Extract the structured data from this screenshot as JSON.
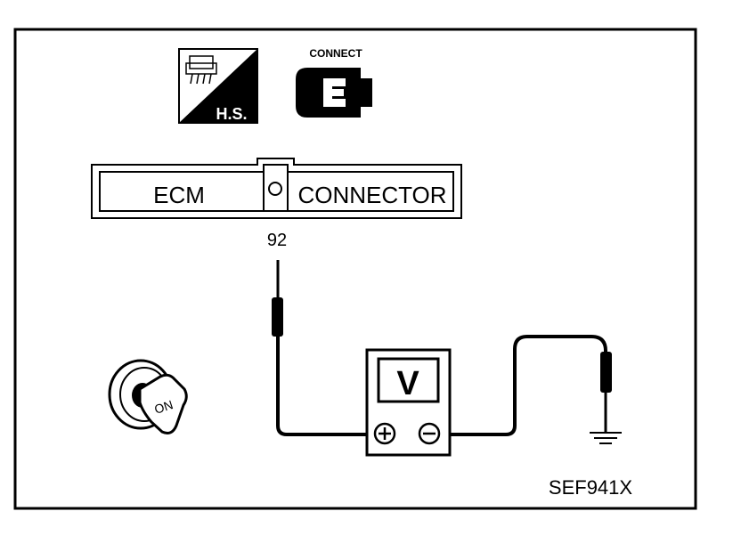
{
  "icons": {
    "hs_label": "H.S.",
    "connect_label": "CONNECT",
    "key_label": "ON"
  },
  "ecm": {
    "left_label": "ECM",
    "right_label": "CONNECTOR",
    "terminal": "92"
  },
  "meter": {
    "label": "V",
    "plus": "⊕",
    "minus": "⊖"
  },
  "figure_code": "SEF941X"
}
